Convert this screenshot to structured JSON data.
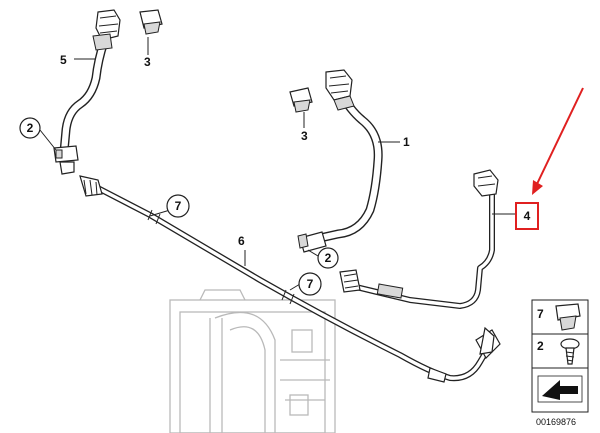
{
  "diagram": {
    "part_labels": {
      "p1": "1",
      "p2a": "2",
      "p2b": "2",
      "p3a": "3",
      "p3b": "3",
      "p4": "4",
      "p5": "5",
      "p6": "6",
      "p7a": "7",
      "p7b": "7"
    },
    "legend": {
      "item_7": "7",
      "item_2": "2"
    },
    "image_number": "00169876",
    "highlight_color": "#e02020"
  }
}
